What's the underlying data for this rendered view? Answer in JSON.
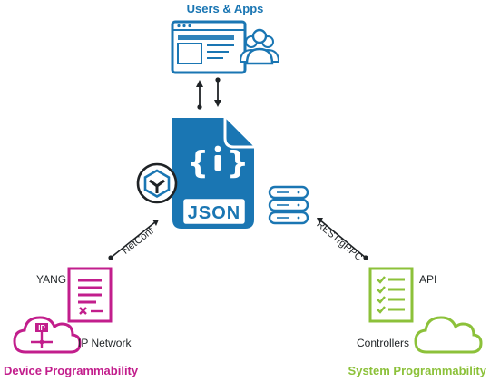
{
  "top": {
    "title": "Users & Apps"
  },
  "center": {
    "badge": "JSON"
  },
  "links": {
    "left_protocol": "NetConf",
    "right_protocol": "REST/gRPC"
  },
  "device": {
    "model_label": "YANG",
    "network_label": "IP Network",
    "ip_tag": "IP",
    "section_title": "Device Programmability"
  },
  "system": {
    "api_label": "API",
    "controllers_label": "Controllers",
    "section_title": "System Programmability"
  },
  "colors": {
    "blue": "#1a76b3",
    "dark": "#1f2326",
    "magenta": "#c21e8c",
    "green": "#8cc13a"
  }
}
